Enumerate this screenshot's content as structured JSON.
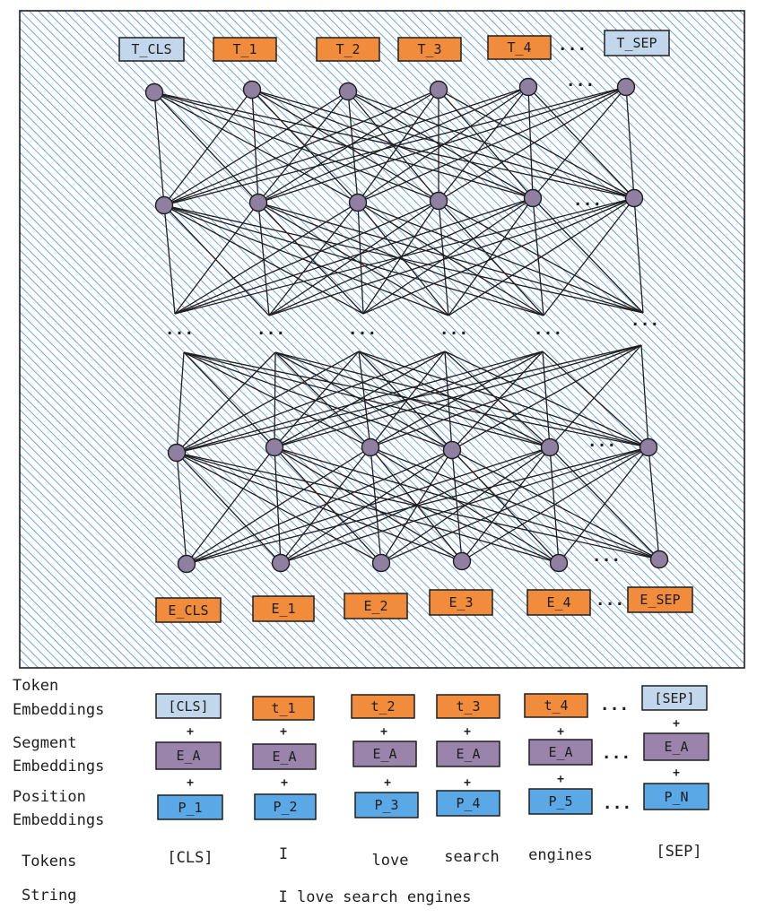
{
  "colors": {
    "frame_fill": "#a5d8ff",
    "hatch": "#4a90d9",
    "orange": "#f08c3c",
    "light_blue_gray": "#c3d7ec",
    "purple_box": "#9a84ab",
    "blue_box": "#5aa9e6",
    "node": "#8f7fa0"
  },
  "output_tokens": [
    "T_CLS",
    "T_1",
    "T_2",
    "T_3",
    "T_4",
    "T_SEP"
  ],
  "input_embeddings": [
    "E_CLS",
    "E_1",
    "E_2",
    "E_3",
    "E_4",
    "E_SEP"
  ],
  "ellipsis": "...",
  "plus": "+",
  "row_labels": {
    "token": [
      "Token",
      "Embeddings"
    ],
    "segment": [
      "Segment",
      "Embeddings"
    ],
    "position": [
      "Position",
      "Embeddings"
    ],
    "tokens": "Tokens",
    "string": "String"
  },
  "token_embeddings": [
    "[CLS]",
    "t_1",
    "t_2",
    "t_3",
    "t_4",
    "[SEP]"
  ],
  "segment_embeddings": [
    "E_A",
    "E_A",
    "E_A",
    "E_A",
    "E_A",
    "E_A"
  ],
  "position_embeddings": [
    "P_1",
    "P_2",
    "P_3",
    "P_4",
    "P_5",
    "P_N"
  ],
  "tokens": [
    "[CLS]",
    "I",
    "love",
    "search",
    "engines",
    "[SEP]"
  ],
  "string": "I love search engines"
}
